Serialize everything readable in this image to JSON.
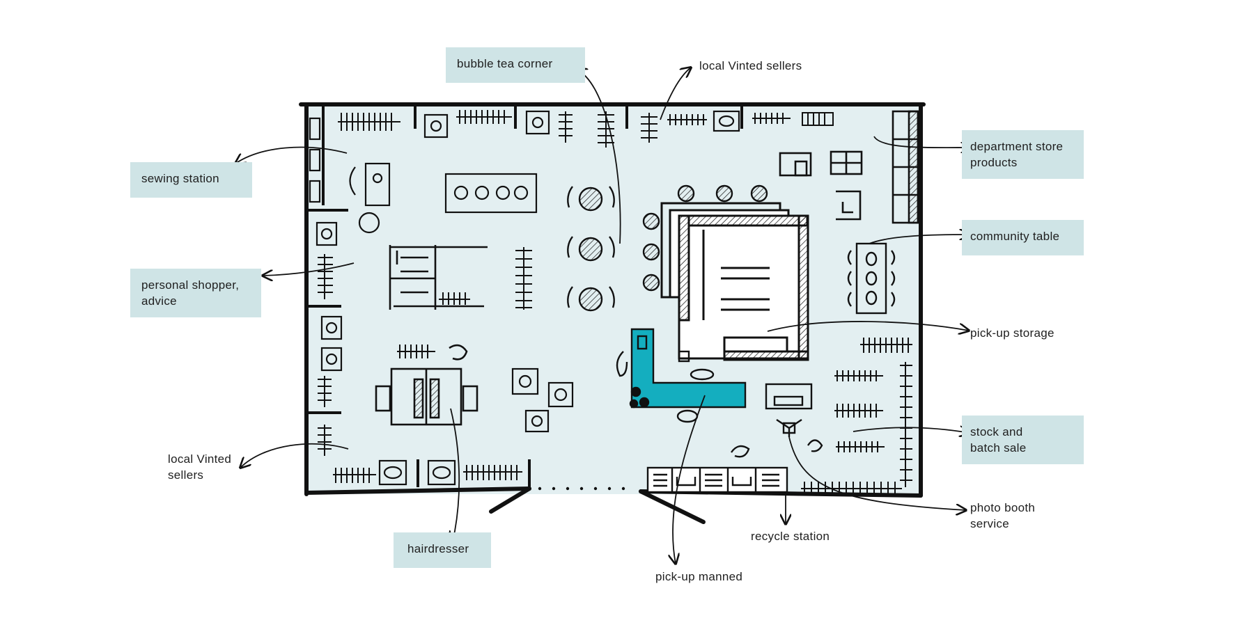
{
  "labels": {
    "bubble_tea": "bubble tea corner",
    "vinted_top": "local Vinted sellers",
    "sewing": "sewing station",
    "dept_1": "department store",
    "dept_2": "products",
    "personal_1": "personal shopper,",
    "personal_2": "advice",
    "community": "community table",
    "pickup_storage": "pick-up storage",
    "stock_1": "stock and",
    "stock_2": "batch sale",
    "vinted_bl_1": "local Vinted",
    "vinted_bl_2": "sellers",
    "photo_1": "photo booth",
    "photo_2": "service",
    "recycle": "recycle station",
    "hairdresser": "hairdresser",
    "pickup_manned": "pick-up manned"
  },
  "colors": {
    "floor": "#e3eff1",
    "label_bg": "#cfe4e6",
    "counter": "#14aebf",
    "ink": "#111111"
  }
}
